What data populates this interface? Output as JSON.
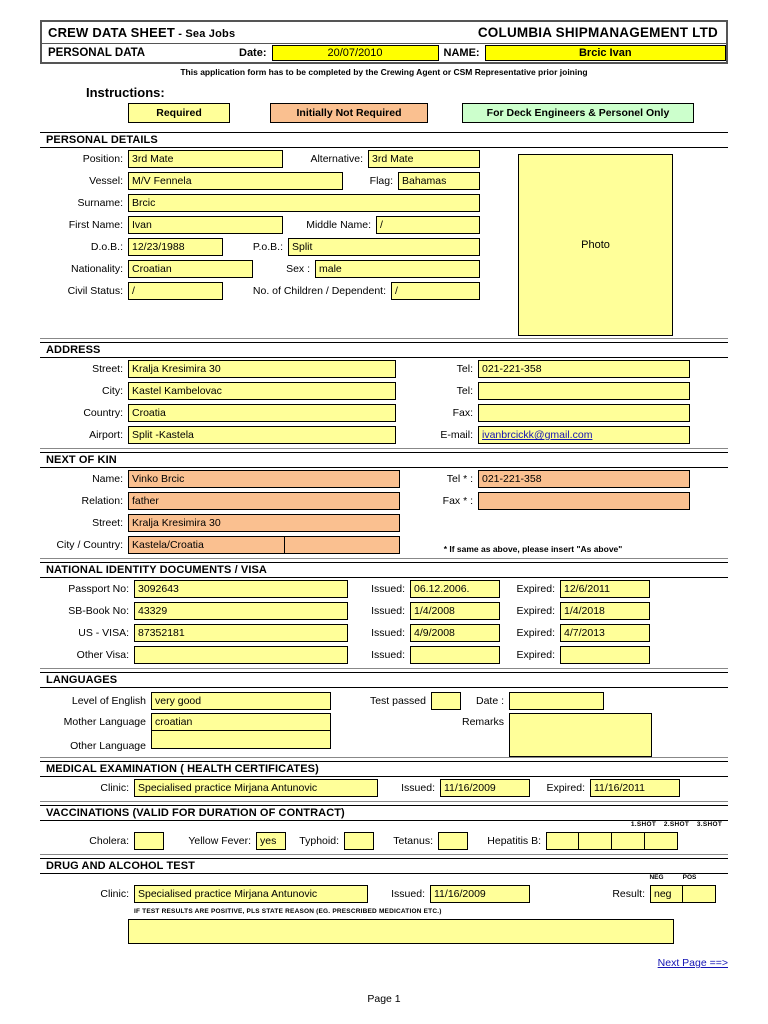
{
  "header": {
    "title": "CREW DATA SHEET",
    "title_sub": " - Sea Jobs",
    "company": "COLUMBIA SHIPMANAGEMENT LTD",
    "personal_data": "PERSONAL DATA",
    "date_label": "Date:",
    "date_value": "20/07/2010",
    "name_label": "NAME:",
    "name_value": "Brcic Ivan",
    "note": "This application form has to be completed by the Crewing Agent or CSM Representative prior joining"
  },
  "instructions": {
    "title": "Instructions:",
    "legend": [
      {
        "label": "Required",
        "color": "#ffff99"
      },
      {
        "label": "Initially Not Required",
        "color": "#fac090"
      },
      {
        "label": "For Deck Engineers & Personel Only",
        "color": "#ccffcc"
      }
    ]
  },
  "sections": {
    "personal_details": "PERSONAL DETAILS",
    "address": "ADDRESS",
    "next_of_kin": "NEXT OF KIN",
    "national_identity": "NATIONAL IDENTITY DOCUMENTS / VISA",
    "languages": "LANGUAGES",
    "medical": "MEDICAL EXAMINATION ( HEALTH CERTIFICATES)",
    "vaccinations": "VACCINATIONS (VALID FOR DURATION OF CONTRACT)",
    "drug_alcohol": "DRUG AND ALCOHOL TEST"
  },
  "personal_details": {
    "position_label": "Position:",
    "position_value": "3rd Mate",
    "alternative_label": "Alternative:",
    "alternative_value": "3rd Mate",
    "vessel_label": "Vessel:",
    "vessel_value": "M/V Fennela",
    "flag_label": "Flag:",
    "flag_value": "Bahamas",
    "surname_label": "Surname:",
    "surname_value": "Brcic",
    "first_name_label": "First Name:",
    "first_name_value": "Ivan",
    "middle_name_label": "Middle Name:",
    "middle_name_value": "/",
    "dob_label": "D.o.B.:",
    "dob_value": "12/23/1988",
    "pob_label": "P.o.B.:",
    "pob_value": "Split",
    "nationality_label": "Nationality:",
    "nationality_value": "Croatian",
    "sex_label": "Sex :",
    "sex_value": "male",
    "civil_status_label": "Civil Status:",
    "civil_status_value": "/",
    "children_label": "No. of Children / Dependent:",
    "children_value": "/",
    "photo_label": "Photo"
  },
  "address": {
    "street_label": "Street:",
    "street_value": "Kralja Kresimira 30",
    "city_label": "City:",
    "city_value": "Kastel Kambelovac",
    "country_label": "Country:",
    "country_value": "Croatia",
    "airport_label": "Airport:",
    "airport_value": "Split -Kastela",
    "tel1_label": "Tel:",
    "tel1_value": "021-221-358",
    "tel2_label": "Tel:",
    "tel2_value": "",
    "fax_label": "Fax:",
    "fax_value": "",
    "email_label": "E-mail:",
    "email_value": "ivanbrcickk@gmail.com"
  },
  "next_of_kin": {
    "name_label": "Name:",
    "name_value": "Vinko Brcic",
    "relation_label": "Relation:",
    "relation_value": "father",
    "street_label": "Street:",
    "street_value": "Kralja Kresimira 30",
    "city_country_label": "City / Country:",
    "city_country_value": "Kastela/Croatia",
    "city_country_value2": "",
    "tel_label": "Tel * :",
    "tel_value": "021-221-358",
    "fax_label": "Fax * :",
    "fax_value": "",
    "note": "* If same as above, please insert \"As above\""
  },
  "identity": {
    "issued_label": "Issued:",
    "expired_label": "Expired:",
    "rows": [
      {
        "label": "Passport No:",
        "value": "3092643",
        "issued": "06.12.2006.",
        "expired": "12/6/2011"
      },
      {
        "label": "SB-Book No:",
        "value": "43329",
        "issued": "1/4/2008",
        "expired": "1/4/2018"
      },
      {
        "label": "US - VISA:",
        "value": "87352181",
        "issued": "4/9/2008",
        "expired": "4/7/2013"
      },
      {
        "label": "Other Visa:",
        "value": "",
        "issued": "",
        "expired": ""
      }
    ]
  },
  "languages": {
    "level_label": "Level of English",
    "level_value": "very good",
    "mother_label": "Mother  Language",
    "mother_value": "croatian",
    "other_label": "Other Language",
    "other_value": "",
    "test_passed_label": "Test passed",
    "test_passed_value": "",
    "date_label": "Date :",
    "date_value": "",
    "remarks_label": "Remarks",
    "remarks_value": ""
  },
  "medical": {
    "clinic_label": "Clinic:",
    "clinic_value": "Specialised practice Mirjana Antunovic",
    "issued_label": "Issued:",
    "issued_value": "11/16/2009",
    "expired_label": "Expired:",
    "expired_value": "11/16/2011"
  },
  "vaccinations": {
    "cholera_label": "Cholera:",
    "cholera_value": "",
    "yellow_fever_label": "Yellow Fever:",
    "yellow_fever_value": "yes",
    "typhoid_label": "Typhoid:",
    "typhoid_value": "",
    "tetanus_label": "Tetanus:",
    "tetanus_value": "",
    "hepatitis_label": "Hepatitis B:",
    "shot_headers": [
      "1.SHOT",
      "2.SHOT",
      "3.SHOT"
    ],
    "shots": [
      "",
      "",
      "",
      ""
    ]
  },
  "drug_alcohol": {
    "clinic_label": "Clinic:",
    "clinic_value": "Specialised practice Mirjana Antunovic",
    "issued_label": "Issued:",
    "issued_value": "11/16/2009",
    "result_label": "Result:",
    "neg_header": "NEG",
    "pos_header": "POS",
    "neg_value": "neg",
    "pos_value": "",
    "note": "IF TEST RESULTS ARE POSITIVE, PLS STATE REASON  (EG. PRESCRIBED MEDICATION ETC.)",
    "reason_value": ""
  },
  "footer": {
    "next_page": "Next Page ==>",
    "page_number": "Page 1"
  }
}
